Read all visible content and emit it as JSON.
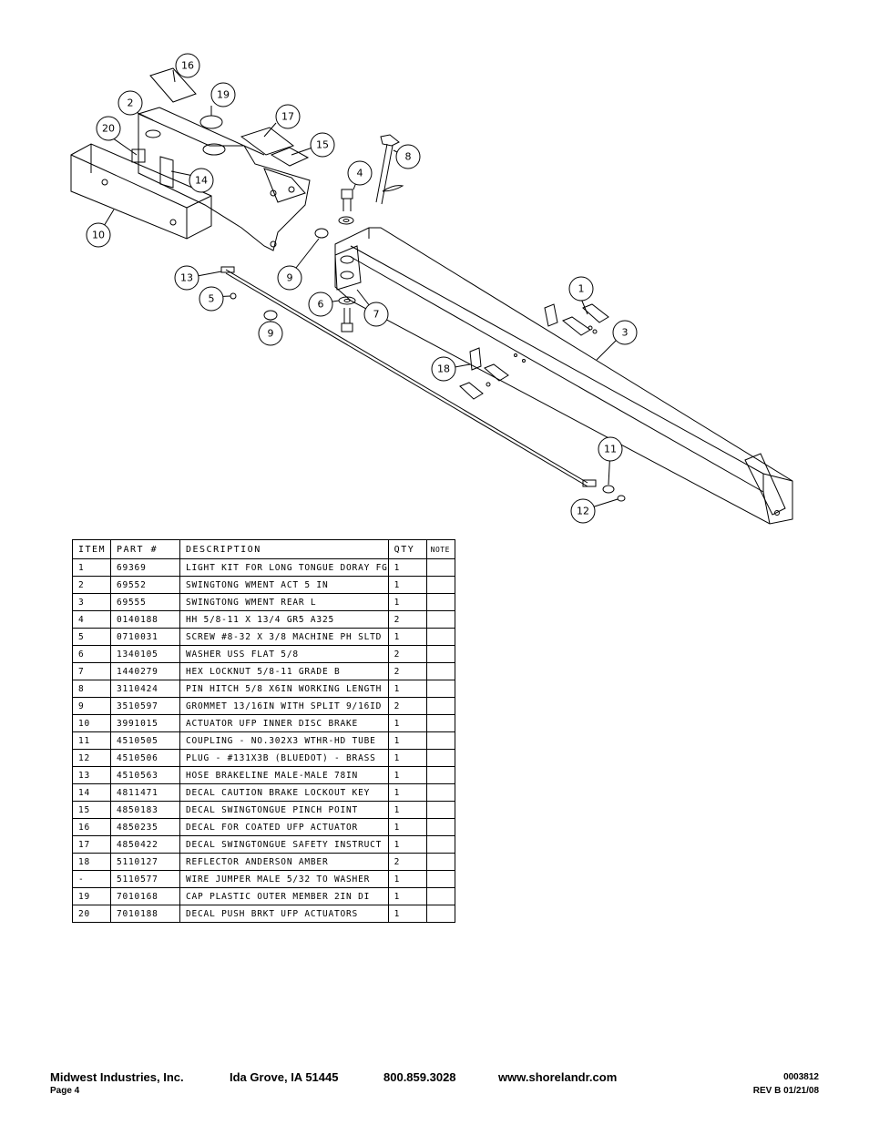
{
  "drawing": {
    "callouts": [
      "16",
      "2",
      "19",
      "20",
      "17",
      "15",
      "8",
      "4",
      "14",
      "10",
      "9",
      "13",
      "5",
      "6",
      "7",
      "9",
      "1",
      "3",
      "18",
      "11",
      "12"
    ]
  },
  "table": {
    "headers": {
      "item": "ITEM",
      "part": "PART #",
      "description": "DESCRIPTION",
      "qty": "QTY",
      "note": "NOTE"
    },
    "rows": [
      {
        "item": "1",
        "part": "69369",
        "description": "LIGHT KIT FOR LONG TONGUE DORAY FG",
        "qty": "1",
        "note": ""
      },
      {
        "item": "2",
        "part": "69552",
        "description": "SWINGTONG WMENT ACT 5 IN",
        "qty": "1",
        "note": ""
      },
      {
        "item": "3",
        "part": "69555",
        "description": "SWINGTONG WMENT REAR L",
        "qty": "1",
        "note": ""
      },
      {
        "item": "4",
        "part": "0140188",
        "description": "HH 5/8-11 X 13/4  GR5 A325",
        "qty": "2",
        "note": ""
      },
      {
        "item": "5",
        "part": "0710031",
        "description": "SCREW #8-32 X 3/8 MACHINE PH SLTD",
        "qty": "1",
        "note": ""
      },
      {
        "item": "6",
        "part": "1340105",
        "description": "WASHER USS FLAT 5/8",
        "qty": "2",
        "note": ""
      },
      {
        "item": "7",
        "part": "1440279",
        "description": "HEX LOCKNUT 5/8-11 GRADE B",
        "qty": "2",
        "note": ""
      },
      {
        "item": "8",
        "part": "3110424",
        "description": "PIN HITCH 5/8 X6IN WORKING LENGTH",
        "qty": "1",
        "note": ""
      },
      {
        "item": "9",
        "part": "3510597",
        "description": "GROMMET 13/16IN  WITH SPLIT 9/16ID",
        "qty": "2",
        "note": ""
      },
      {
        "item": "10",
        "part": "3991015",
        "description": "ACTUATOR UFP INNER  DISC BRAKE",
        "qty": "1",
        "note": ""
      },
      {
        "item": "11",
        "part": "4510505",
        "description": "COUPLING - NO.302X3 WTHR-HD TUBE",
        "qty": "1",
        "note": ""
      },
      {
        "item": "12",
        "part": "4510506",
        "description": "PLUG - #131X3B (BLUEDOT) - BRASS",
        "qty": "1",
        "note": ""
      },
      {
        "item": "13",
        "part": "4510563",
        "description": "HOSE BRAKELINE MALE-MALE 78IN",
        "qty": "1",
        "note": ""
      },
      {
        "item": "14",
        "part": "4811471",
        "description": "DECAL CAUTION BRAKE LOCKOUT KEY",
        "qty": "1",
        "note": ""
      },
      {
        "item": "15",
        "part": "4850183",
        "description": "DECAL SWINGTONGUE PINCH POINT",
        "qty": "1",
        "note": ""
      },
      {
        "item": "16",
        "part": "4850235",
        "description": "DECAL FOR COATED UFP ACTUATOR",
        "qty": "1",
        "note": ""
      },
      {
        "item": "17",
        "part": "4850422",
        "description": "DECAL SWINGTONGUE SAFETY INSTRUCT",
        "qty": "1",
        "note": ""
      },
      {
        "item": "18",
        "part": "5110127",
        "description": "REFLECTOR ANDERSON AMBER",
        "qty": "2",
        "note": ""
      },
      {
        "item": "-",
        "part": "5110577",
        "description": "WIRE JUMPER MALE 5/32 TO WASHER",
        "qty": "1",
        "note": ""
      },
      {
        "item": "19",
        "part": "7010168",
        "description": "CAP  PLASTIC OUTER MEMBER 2IN DI",
        "qty": "1",
        "note": ""
      },
      {
        "item": "20",
        "part": "7010188",
        "description": "DECAL PUSH BRKT UFP ACTUATORS",
        "qty": "1",
        "note": ""
      }
    ]
  },
  "footer": {
    "company": "Midwest Industries, Inc.",
    "city": "Ida Grove, IA  51445",
    "phone": "800.859.3028",
    "website": "www.shorelandr.com",
    "page": "Page 4",
    "doc_number": "0003812",
    "revision": "REV B  01/21/08"
  }
}
